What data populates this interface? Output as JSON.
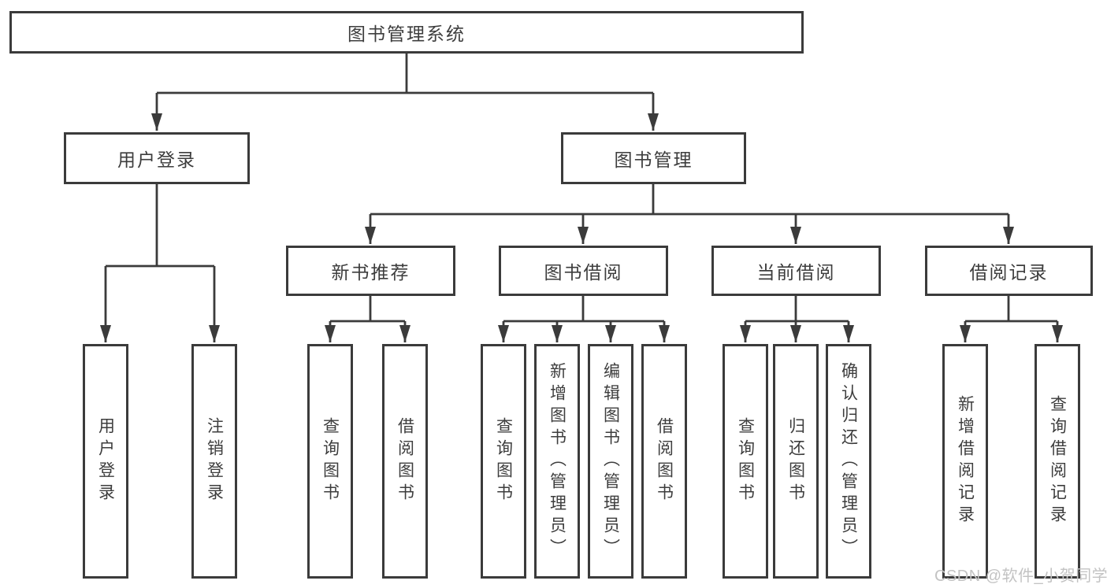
{
  "diagram": {
    "root": {
      "label": "图书管理系统"
    },
    "branches": [
      {
        "label": "用户登录",
        "leaves": [
          "用户登录",
          "注销登录"
        ]
      },
      {
        "label": "图书管理",
        "groups": [
          {
            "label": "新书推荐",
            "leaves": [
              "查询图书",
              "借阅图书"
            ]
          },
          {
            "label": "图书借阅",
            "leaves": [
              "查询图书",
              "新增图书（管理员）",
              "编辑图书（管理员）",
              "借阅图书"
            ]
          },
          {
            "label": "当前借阅",
            "leaves": [
              "查询图书",
              "归还图书",
              "确认归还（管理员）"
            ]
          },
          {
            "label": "借阅记录",
            "leaves": [
              "新增借阅记录",
              "查询借阅记录"
            ]
          }
        ]
      }
    ]
  },
  "watermark": {
    "text": "CSDN @软件_小贺同学"
  },
  "colors": {
    "line": "#3b3b3b",
    "text": "#3d3d3d",
    "background": "#ffffff",
    "watermark": "#c3c3c3"
  }
}
